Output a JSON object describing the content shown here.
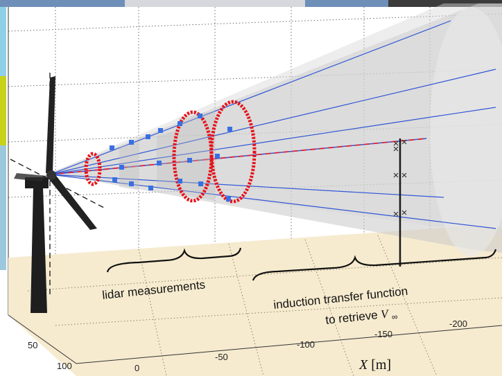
{
  "annotations": {
    "lidar": "lidar measurements",
    "induction_line1": "induction transfer function",
    "induction_line2": "to retrieve"
  },
  "retrieve_symbol": {
    "base": "V",
    "subscript": "∞"
  },
  "axis": {
    "variable": "X",
    "unit": "[m]"
  },
  "x_ticks": [
    "0",
    "-50",
    "-100",
    "-150",
    "-200"
  ],
  "y_ticks": [
    "50",
    "100"
  ],
  "colors": {
    "ring": "#e8121a",
    "lidar_point": "#3a6fe0",
    "beam": "#2f55d6",
    "centerline": "#d9233a",
    "cone": "#c9c9c9",
    "ground": "#f6ebcf",
    "turbine": "#1e1e1e",
    "left_strip_top": "#8fd0e8",
    "left_strip_mid": "#c8d21a",
    "top_bar": "#4f7fbf"
  }
}
